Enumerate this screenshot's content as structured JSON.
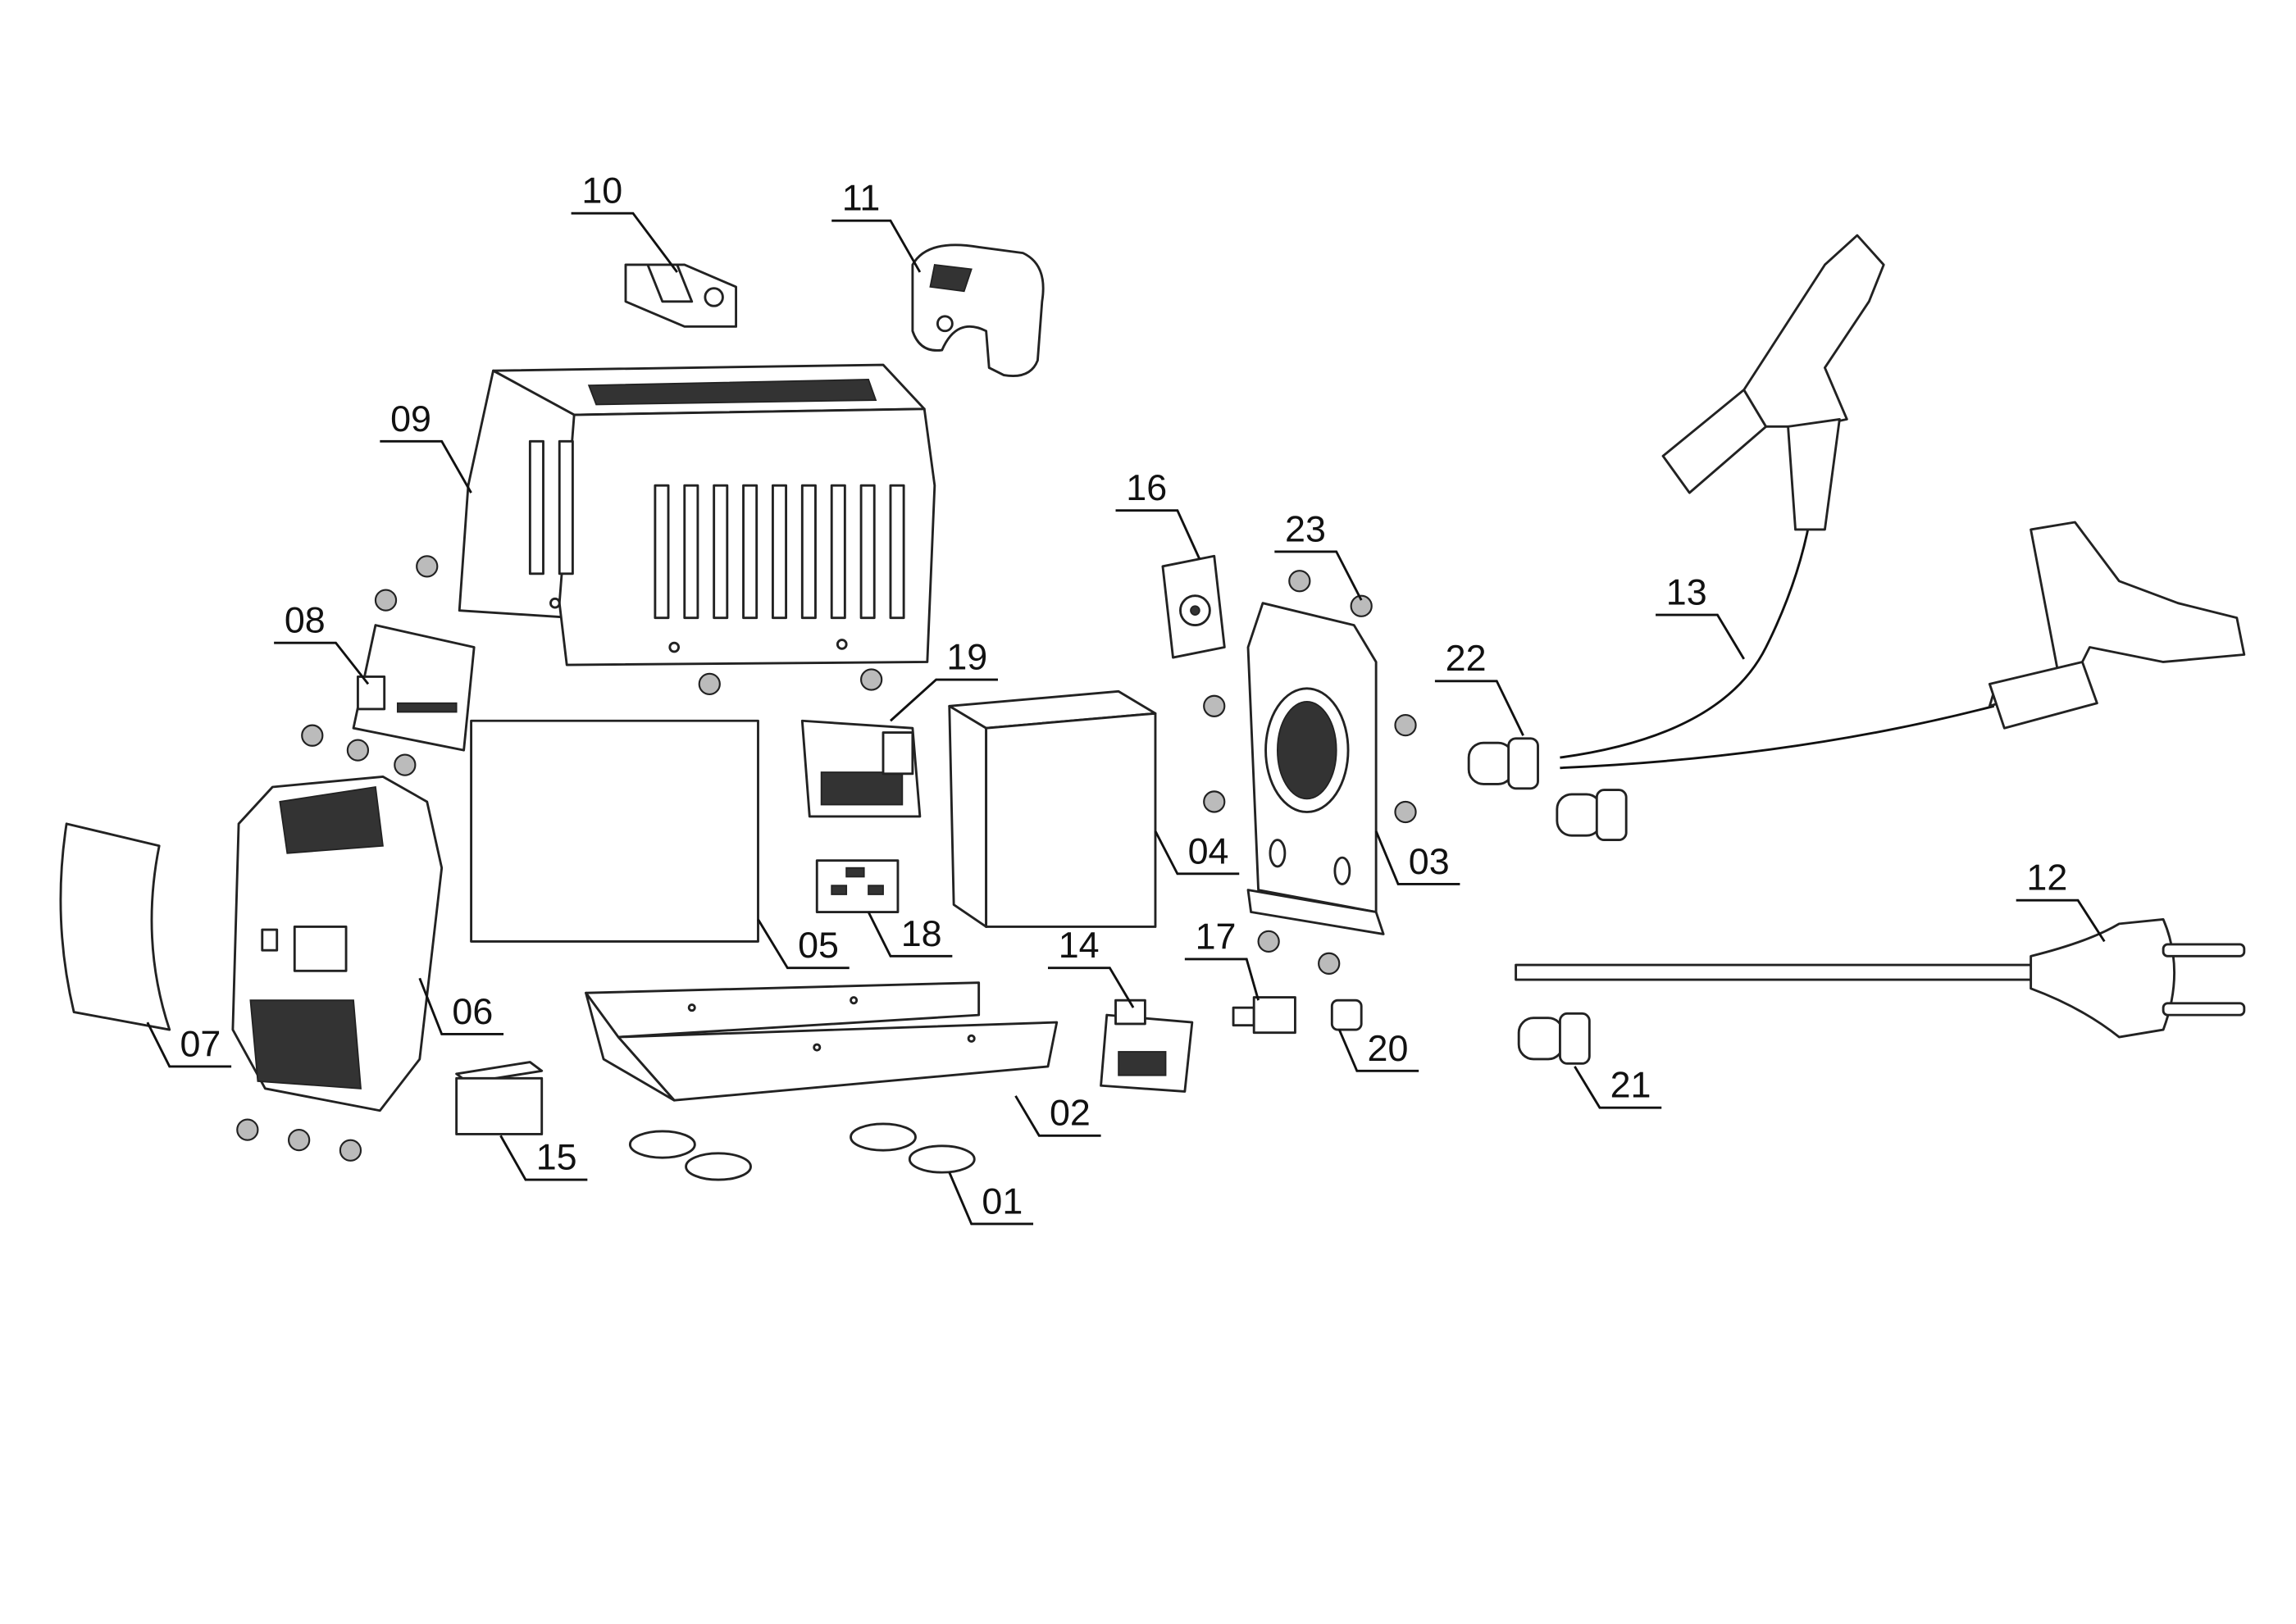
{
  "title": "Exploded parts diagram",
  "parts": {
    "p01": "01",
    "p02": "02",
    "p03": "03",
    "p04": "04",
    "p05": "05",
    "p06": "06",
    "p07": "07",
    "p08": "08",
    "p09": "09",
    "p10": "10",
    "p11": "11",
    "p12": "12",
    "p13": "13",
    "p14": "14",
    "p15": "15",
    "p16": "16",
    "p17": "17",
    "p18": "18",
    "p19": "19",
    "p20": "20",
    "p21": "21",
    "p22": "22",
    "p23": "23"
  }
}
